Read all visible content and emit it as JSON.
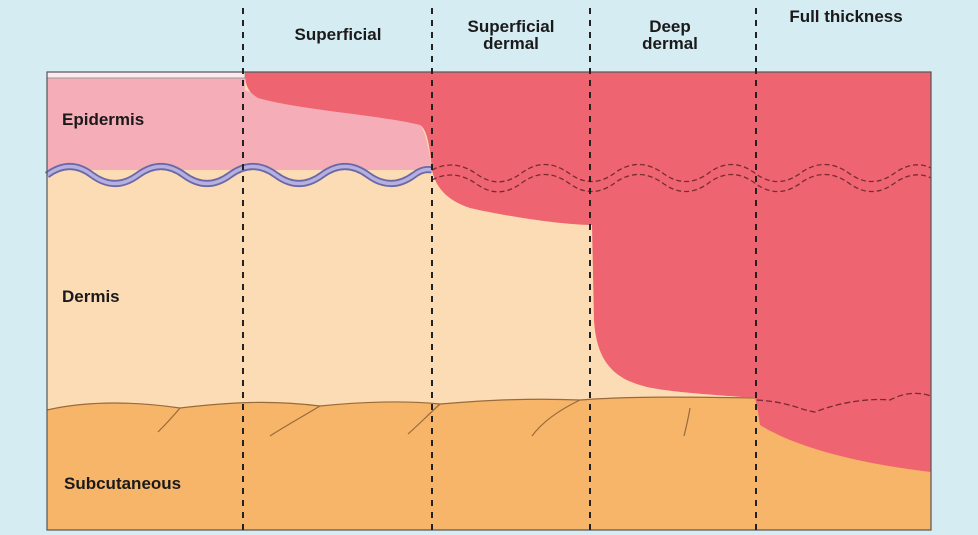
{
  "columns": [
    {
      "label": "Superficial"
    },
    {
      "label": "Superficial dermal"
    },
    {
      "label": "Deep dermal"
    },
    {
      "label": "Full thickness"
    }
  ],
  "layers": {
    "epidermis": "Epidermis",
    "dermis": "Dermis",
    "subcutaneous": "Subcutaneous"
  },
  "colors": {
    "background": "#d6ecf3",
    "epidermis": "#f5adb8",
    "dermis": "#fcdcb4",
    "subcutaneous": "#f7b56a",
    "burn": "#ee6470",
    "basement_membrane": "#a9a3d8"
  }
}
